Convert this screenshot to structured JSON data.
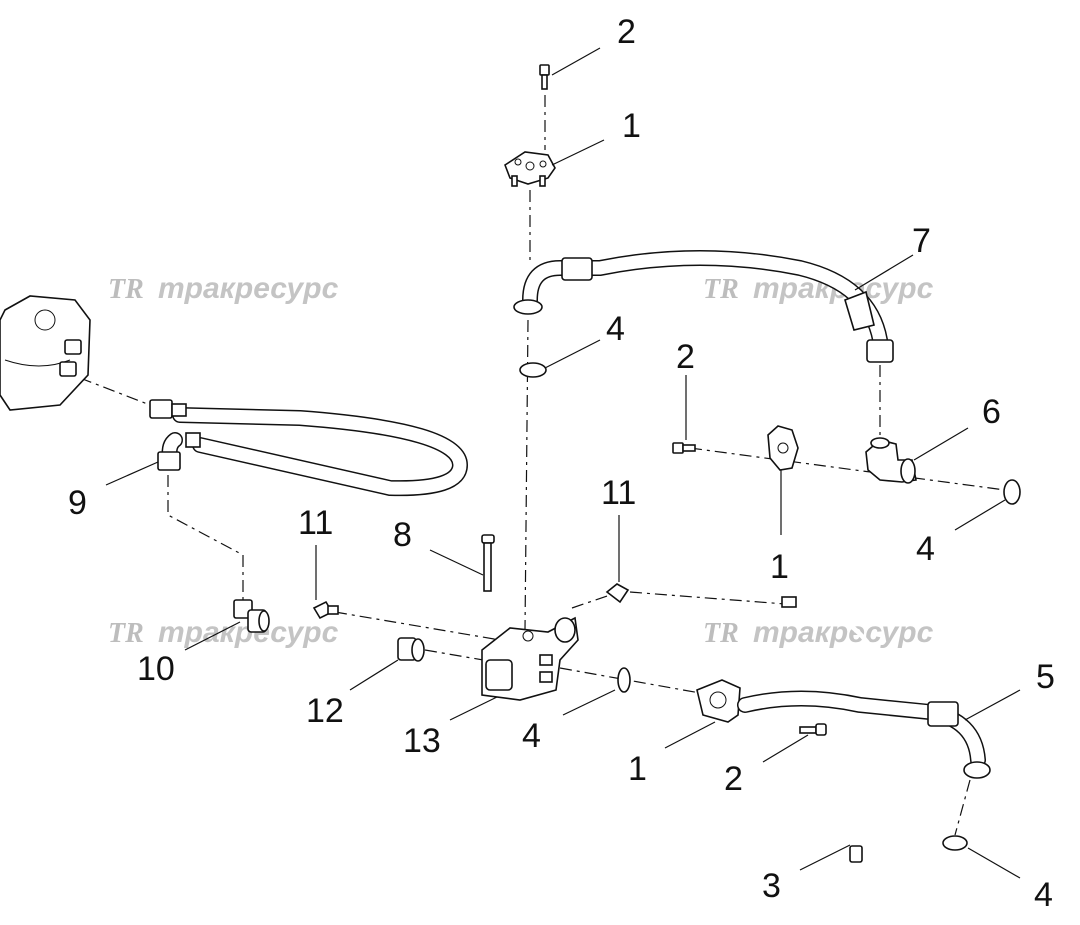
{
  "watermark": {
    "logo": "TR",
    "text": "тракресурс"
  },
  "callouts": [
    {
      "id": "c-2-top",
      "text": "2"
    },
    {
      "id": "c-1-top",
      "text": "1"
    },
    {
      "id": "c-7",
      "text": "7"
    },
    {
      "id": "c-4-top",
      "text": "4"
    },
    {
      "id": "c-2-mid",
      "text": "2"
    },
    {
      "id": "c-6",
      "text": "6"
    },
    {
      "id": "c-9",
      "text": "9"
    },
    {
      "id": "c-11-left",
      "text": "11"
    },
    {
      "id": "c-8",
      "text": "8"
    },
    {
      "id": "c-11-right",
      "text": "11"
    },
    {
      "id": "c-1-mid",
      "text": "1"
    },
    {
      "id": "c-4-right",
      "text": "4"
    },
    {
      "id": "c-10",
      "text": "10"
    },
    {
      "id": "c-5",
      "text": "5"
    },
    {
      "id": "c-12",
      "text": "12"
    },
    {
      "id": "c-13",
      "text": "13"
    },
    {
      "id": "c-4-bottom",
      "text": "4"
    },
    {
      "id": "c-1-bottom",
      "text": "1"
    },
    {
      "id": "c-2-bottom",
      "text": "2"
    },
    {
      "id": "c-3",
      "text": "3"
    },
    {
      "id": "c-4-br",
      "text": "4"
    }
  ]
}
